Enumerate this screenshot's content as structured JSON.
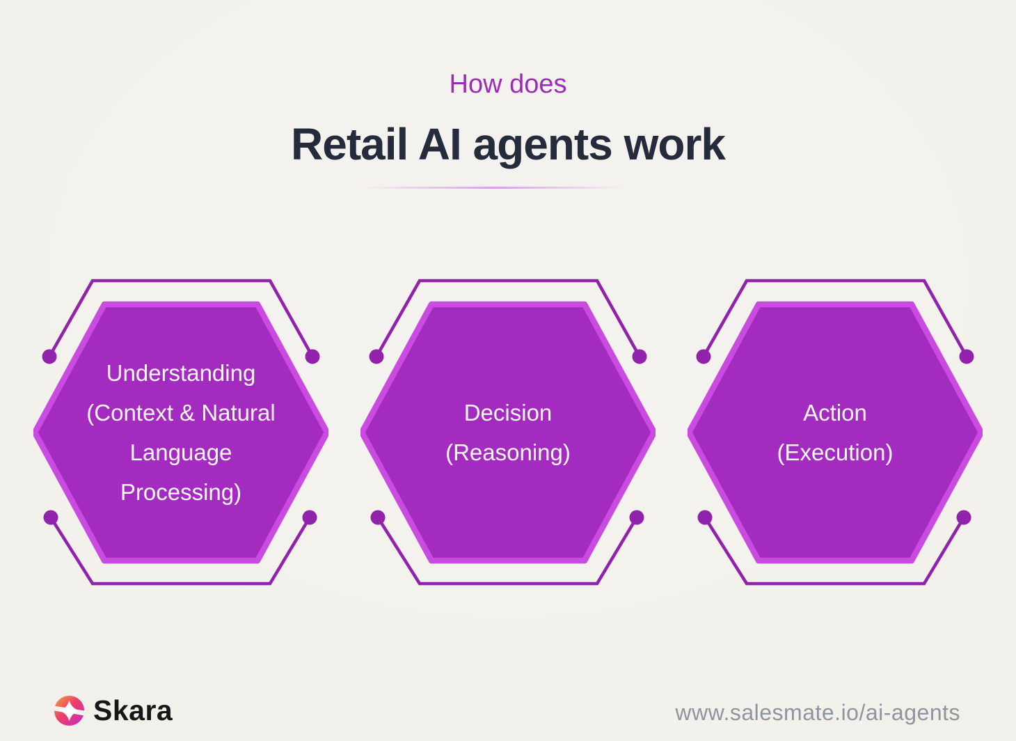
{
  "title": {
    "eyebrow": "How does",
    "heading": "Retail AI agents work"
  },
  "hexagons": [
    {
      "id": "understanding",
      "lines": [
        "Understanding",
        "(Context & Natural",
        "Language",
        "Processing)"
      ]
    },
    {
      "id": "decision",
      "lines": [
        "Decision",
        "(Reasoning)"
      ]
    },
    {
      "id": "action",
      "lines": [
        "Action",
        "(Execution)"
      ]
    }
  ],
  "footer": {
    "brand": "Skara",
    "url": "www.salesmate.io/ai-agents"
  },
  "colors": {
    "bg": "#F3F1EC",
    "accent": "#9D2BB8",
    "heading": "#262B3B",
    "hex_fill": "#A42BC0",
    "hex_border": "#C94BE0",
    "deco": "#9122AC",
    "hex_text": "#FBF6FC",
    "divider": "#CD90DC",
    "brand_text": "#17171A",
    "url_text": "#90959D",
    "logo_gradient_start": "#F7A63B",
    "logo_gradient_mid": "#EF3E68",
    "logo_gradient_end": "#C32BC4"
  }
}
